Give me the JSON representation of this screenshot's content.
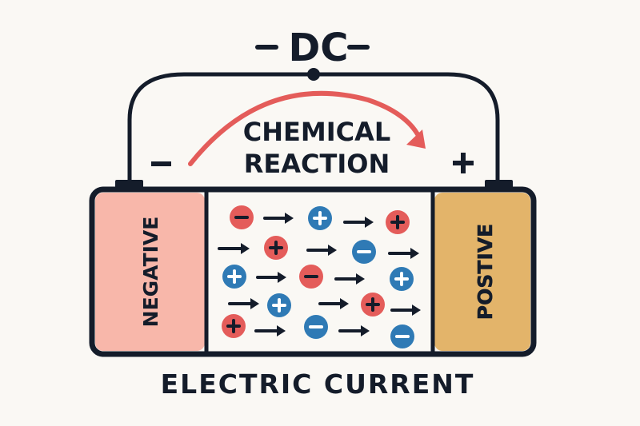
{
  "title": "DC",
  "reaction_label": [
    "CHEMICAL",
    "REACTION"
  ],
  "negative_terminal_symbol": "−",
  "positive_terminal_symbol": "+",
  "negative_electrode_label": "NEGATIVE",
  "positive_electrode_label": "POSTIVE",
  "bottom_label": "ELECTRIC CURRENT",
  "colors": {
    "background": "#faf8f4",
    "ink": "#141c2a",
    "negative_electrode": "#f8b7aa",
    "positive_electrode": "#e3b46a",
    "reaction_arrow": "#e45c5a",
    "ion_red": "#e45c5a",
    "ion_blue": "#2f7ab5"
  },
  "ions": [
    {
      "color": "red",
      "charge": "-"
    },
    {
      "color": "blue",
      "charge": "+"
    },
    {
      "color": "red",
      "charge": "+"
    },
    {
      "color": "red",
      "charge": "+"
    },
    {
      "color": "blue",
      "charge": "-"
    },
    {
      "color": "blue",
      "charge": "+"
    },
    {
      "color": "red",
      "charge": "-"
    },
    {
      "color": "blue",
      "charge": "+"
    },
    {
      "color": "blue",
      "charge": "+"
    },
    {
      "color": "red",
      "charge": "+"
    },
    {
      "color": "red",
      "charge": "+"
    },
    {
      "color": "blue",
      "charge": "-"
    },
    {
      "color": "blue",
      "charge": "-"
    }
  ]
}
